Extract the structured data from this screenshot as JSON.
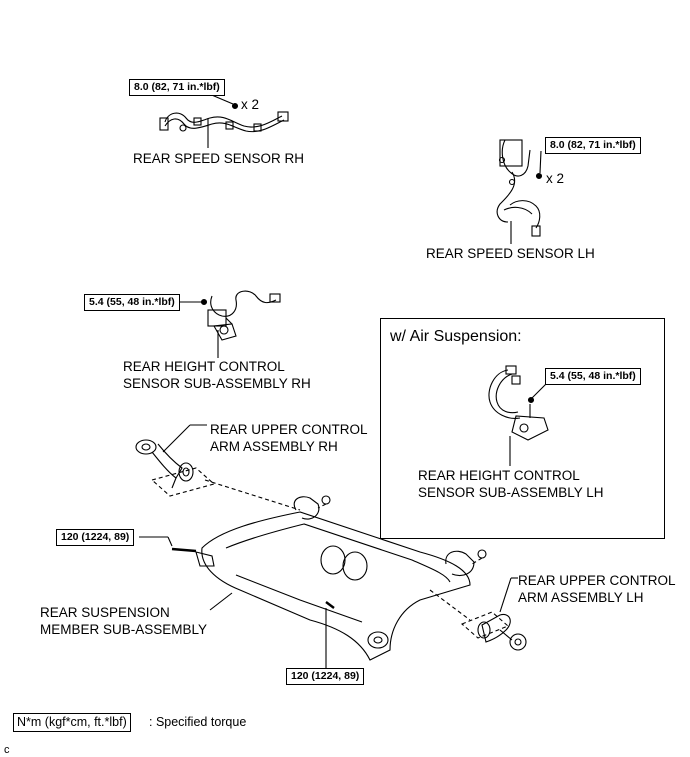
{
  "torques": {
    "speed_rh": "8.0 (82, 71 in.*lbf)",
    "speed_lh": "8.0 (82, 71 in.*lbf)",
    "height_rh": "5.4 (55, 48 in.*lbf)",
    "height_lh": "5.4 (55, 48 in.*lbf)",
    "bolt_left": "120 (1224, 89)",
    "bolt_bottom": "120 (1224, 89)"
  },
  "multipliers": {
    "speed_rh": "x 2",
    "speed_lh": "x 2"
  },
  "labels": {
    "speed_rh": "REAR SPEED SENSOR RH",
    "speed_lh": "REAR SPEED SENSOR LH",
    "height_rh_1": "REAR HEIGHT CONTROL",
    "height_rh_2": "SENSOR SUB-ASSEMBLY RH",
    "height_lh_1": "REAR HEIGHT CONTROL",
    "height_lh_2": "SENSOR SUB-ASSEMBLY LH",
    "upper_arm_rh_1": "REAR UPPER CONTROL",
    "upper_arm_rh_2": "ARM ASSEMBLY RH",
    "upper_arm_lh_1": "REAR UPPER CONTROL",
    "upper_arm_lh_2": "ARM ASSEMBLY LH",
    "member_1": "REAR SUSPENSION",
    "member_2": "MEMBER SUB-ASSEMBLY"
  },
  "panel": {
    "title": "w/ Air Suspension:"
  },
  "legend": {
    "box": "N*m (kgf*cm, ft.*lbf)",
    "text": ": Specified torque"
  },
  "corner_code": "c"
}
